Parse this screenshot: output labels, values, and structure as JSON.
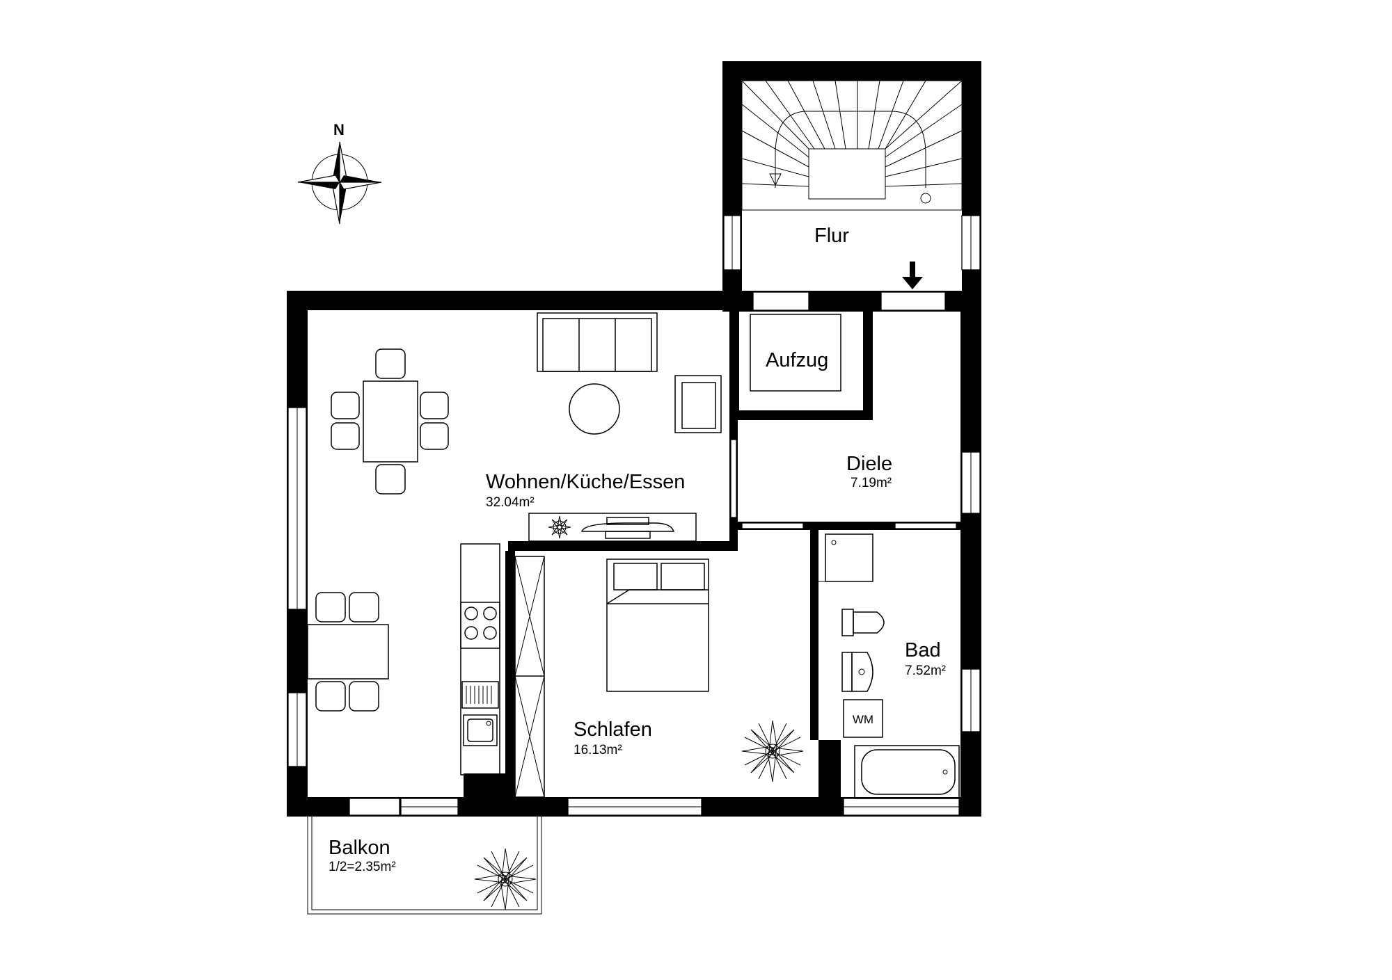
{
  "rooms": {
    "flur": {
      "name": "Flur"
    },
    "aufzug": {
      "name": "Aufzug"
    },
    "diele": {
      "name": "Diele",
      "area": "7.19m²"
    },
    "wohnen": {
      "name": "Wohnen/Küche/Essen",
      "area": "32.04m²"
    },
    "schlafen": {
      "name": "Schlafen",
      "area": "16.13m²"
    },
    "bad": {
      "name": "Bad",
      "area": "7.52m²"
    },
    "balkon": {
      "name": "Balkon",
      "area": "1/2=2.35m²"
    }
  },
  "fixtures": {
    "washing_machine": "WM"
  },
  "compass": {
    "north": "N"
  },
  "colors": {
    "walls": "#000000",
    "background": "#ffffff"
  }
}
